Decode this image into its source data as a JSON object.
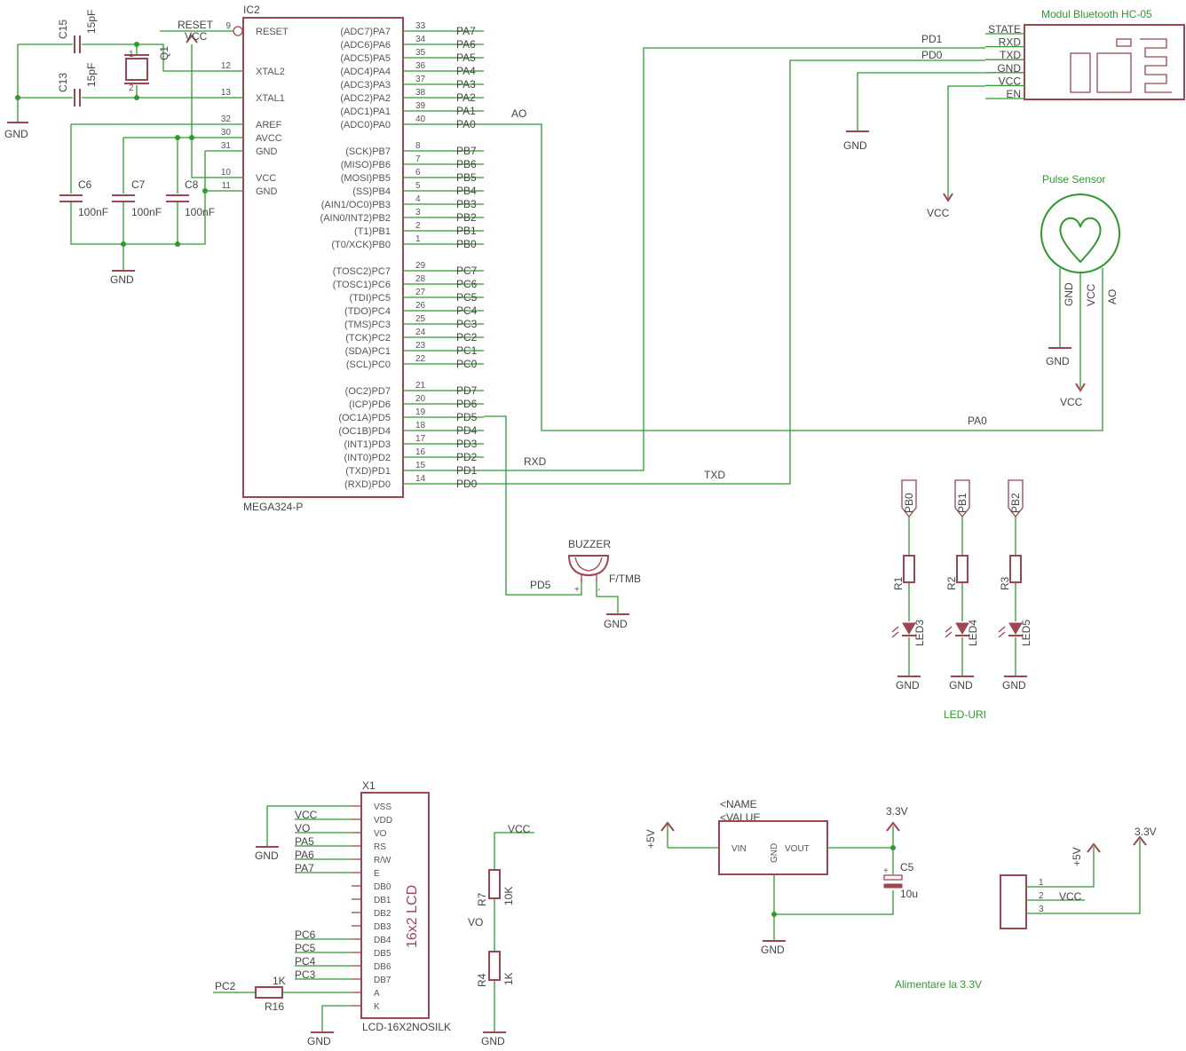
{
  "mcu": {
    "ref": "IC2",
    "value": "MEGA324-P",
    "left_pins": [
      {
        "name": "RESET",
        "num": "9"
      },
      {
        "name": "XTAL2",
        "num": "12"
      },
      {
        "name": "XTAL1",
        "num": "13"
      },
      {
        "name": "AREF",
        "num": "32"
      },
      {
        "name": "AVCC",
        "num": "30"
      },
      {
        "name": "GND",
        "num": "31"
      },
      {
        "name": "VCC",
        "num": "10"
      },
      {
        "name": "GND",
        "num": "11"
      }
    ],
    "right_pins": [
      {
        "name": "(ADC7)PA7",
        "num": "33",
        "net": "PA7"
      },
      {
        "name": "(ADC6)PA6",
        "num": "34",
        "net": "PA6"
      },
      {
        "name": "(ADC5)PA5",
        "num": "35",
        "net": "PA5"
      },
      {
        "name": "(ADC4)PA4",
        "num": "36",
        "net": "PA4"
      },
      {
        "name": "(ADC3)PA3",
        "num": "37",
        "net": "PA3"
      },
      {
        "name": "(ADC2)PA2",
        "num": "38",
        "net": "PA2"
      },
      {
        "name": "(ADC1)PA1",
        "num": "39",
        "net": "PA1"
      },
      {
        "name": "(ADC0)PA0",
        "num": "40",
        "net": "PA0"
      },
      {
        "name": "(SCK)PB7",
        "num": "8",
        "net": "PB7"
      },
      {
        "name": "(MISO)PB6",
        "num": "7",
        "net": "PB6"
      },
      {
        "name": "(MOSI)PB5",
        "num": "6",
        "net": "PB5"
      },
      {
        "name": "(SS)PB4",
        "num": "5",
        "net": "PB4"
      },
      {
        "name": "(AIN1/OC0)PB3",
        "num": "4",
        "net": "PB3"
      },
      {
        "name": "(AIN0/INT2)PB2",
        "num": "3",
        "net": "PB2"
      },
      {
        "name": "(T1)PB1",
        "num": "2",
        "net": "PB1"
      },
      {
        "name": "(T0/XCK)PB0",
        "num": "1",
        "net": "PB0"
      },
      {
        "name": "(TOSC2)PC7",
        "num": "29",
        "net": "PC7"
      },
      {
        "name": "(TOSC1)PC6",
        "num": "28",
        "net": "PC6"
      },
      {
        "name": "(TDI)PC5",
        "num": "27",
        "net": "PC5"
      },
      {
        "name": "(TDO)PC4",
        "num": "26",
        "net": "PC4"
      },
      {
        "name": "(TMS)PC3",
        "num": "25",
        "net": "PC3"
      },
      {
        "name": "(TCK)PC2",
        "num": "24",
        "net": "PC2"
      },
      {
        "name": "(SDA)PC1",
        "num": "23",
        "net": "PC1"
      },
      {
        "name": "(SCL)PC0",
        "num": "22",
        "net": "PC0"
      },
      {
        "name": "(OC2)PD7",
        "num": "21",
        "net": "PD7"
      },
      {
        "name": "(ICP)PD6",
        "num": "20",
        "net": "PD6"
      },
      {
        "name": "(OC1A)PD5",
        "num": "19",
        "net": "PD5"
      },
      {
        "name": "(OC1B)PD4",
        "num": "18",
        "net": "PD4"
      },
      {
        "name": "(INT1)PD3",
        "num": "17",
        "net": "PD3"
      },
      {
        "name": "(INT0)PD2",
        "num": "16",
        "net": "PD2"
      },
      {
        "name": "(TXD)PD1",
        "num": "15",
        "net": "PD1"
      },
      {
        "name": "(RXD)PD0",
        "num": "14",
        "net": "PD0"
      }
    ]
  },
  "crystal": {
    "ref": "Q1"
  },
  "caps": {
    "c15": {
      "ref": "C15",
      "value": "15pF"
    },
    "c13": {
      "ref": "C13",
      "value": "15pF"
    },
    "c6": {
      "ref": "C6",
      "value": "100nF"
    },
    "c7": {
      "ref": "C7",
      "value": "100nF"
    },
    "c8": {
      "ref": "C8",
      "value": "100nF"
    },
    "c5": {
      "ref": "C5",
      "value": "10u"
    }
  },
  "nets": {
    "gnd": "GND",
    "vcc": "VCC",
    "reset": "RESET",
    "ao": "AO",
    "rxd": "RXD",
    "txd": "TXD",
    "pa0": "PA0",
    "pd0": "PD0",
    "pd1": "PD1",
    "pd5": "PD5",
    "vo": "VO",
    "pc2": "PC2",
    "p5v": "+5V",
    "v33": "3.3V"
  },
  "bluetooth": {
    "title": "Modul Bluetooth HC-05",
    "pins": [
      "STATE",
      "RXD",
      "TXD",
      "GND",
      "VCC",
      "EN"
    ]
  },
  "pulse": {
    "title": "Pulse Sensor",
    "pins": [
      "GND",
      "VCC",
      "AO"
    ]
  },
  "buzzer": {
    "ref": "BUZZER",
    "value": "F/TMB",
    "plus": "+",
    "minus": "-"
  },
  "leds": {
    "title": "LED-URI",
    "items": [
      {
        "port": "PB0",
        "res": "R1",
        "led": "LED3"
      },
      {
        "port": "PB1",
        "res": "R2",
        "led": "LED4"
      },
      {
        "port": "PB2",
        "res": "R3",
        "led": "LED5"
      }
    ]
  },
  "lcd": {
    "ref": "X1",
    "value": "LCD-16X2NOSILK",
    "body": "16x2 LCD",
    "pins": [
      "VSS",
      "VDD",
      "VO",
      "RS",
      "R/W",
      "E",
      "DB0",
      "DB1",
      "DB2",
      "DB3",
      "DB4",
      "DB5",
      "DB6",
      "DB7",
      "A",
      "K"
    ],
    "nets": [
      "",
      "VCC",
      "VO",
      "PA5",
      "PA6",
      "PA7",
      "",
      "",
      "",
      "",
      "PC6",
      "PC5",
      "PC4",
      "PC3",
      "",
      ""
    ]
  },
  "r16": {
    "ref": "R16",
    "value": "1K"
  },
  "r7": {
    "ref": "R7",
    "value": "10K"
  },
  "r4": {
    "ref": "R4",
    "value": "1K"
  },
  "regulator": {
    "name": "<NAME",
    "value": "<VALUE",
    "pins": [
      "VIN",
      "GND",
      "VOUT"
    ],
    "title": "Alimentare la 3.3V"
  },
  "header3": {
    "pins": [
      "1",
      "2",
      "3"
    ],
    "net2": "VCC"
  }
}
